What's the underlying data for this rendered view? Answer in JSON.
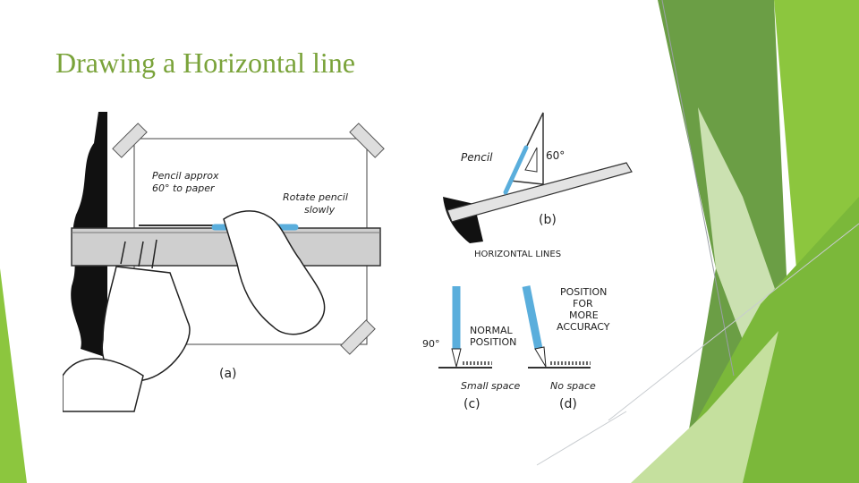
{
  "slide": {
    "title": "Drawing a Horizontal line",
    "accent_color": "#8cc63e"
  },
  "figure": {
    "a": {
      "caption": "(a)",
      "note_pencil_line1": "Pencil approx",
      "note_pencil_line2": "60° to paper",
      "note_rotate_line1": "Rotate pencil",
      "note_rotate_line2": "slowly"
    },
    "b": {
      "caption": "(b)",
      "label_pencil": "Pencil",
      "label_angle": "60°",
      "label_lines": "HORIZONTAL LINES"
    },
    "c": {
      "caption": "(c)",
      "label_line1": "NORMAL",
      "label_line2": "POSITION",
      "label_angle": "90°",
      "label_space": "Small space"
    },
    "d": {
      "caption": "(d)",
      "label_line1": "POSITION",
      "label_line2": "FOR",
      "label_line3": "MORE",
      "label_line4": "ACCURACY",
      "label_space": "No space"
    }
  }
}
